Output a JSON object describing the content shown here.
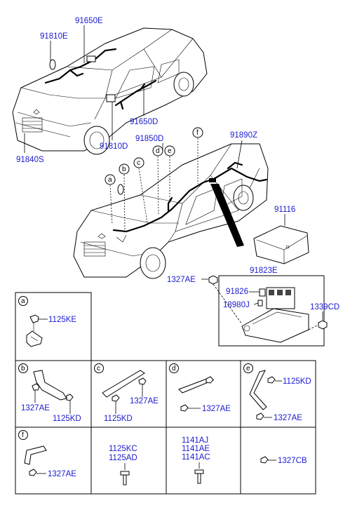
{
  "top_labels": [
    "91650E",
    "91810E",
    "91650D",
    "91810D",
    "91840S"
  ],
  "mid_labels": [
    "91850D",
    "91890Z",
    "91116",
    "91823E",
    "1327AE",
    "91826",
    "18980J",
    "1339CD"
  ],
  "callouts": [
    "a",
    "b",
    "c",
    "d",
    "e",
    "f"
  ],
  "panels": {
    "a": [
      "1125KE"
    ],
    "b": [
      "1327AE",
      "1125KD"
    ],
    "c": [
      "1327AE",
      "1125KD"
    ],
    "d": [
      "1327AE"
    ],
    "e": [
      "1125KD",
      "1327AE"
    ],
    "f": [
      "1327AE"
    ],
    "g": [
      "1125KC",
      "1125AD"
    ],
    "h": [
      "1141AJ",
      "1141AE",
      "1141AC"
    ],
    "i": [
      "1327CB"
    ]
  }
}
